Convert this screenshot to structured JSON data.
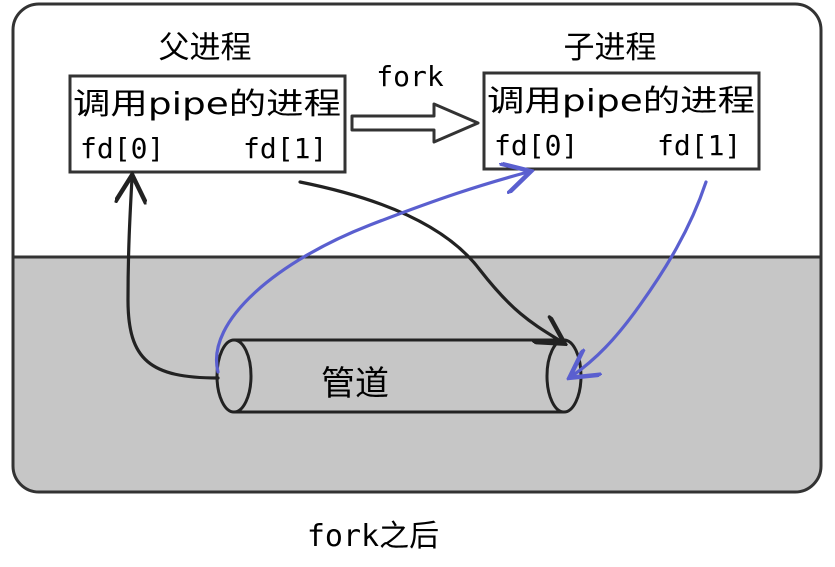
{
  "diagram": {
    "parent_title": "父进程",
    "child_title": "子进程",
    "fork_label": "fork",
    "process_label": "调用pipe的进程",
    "fd0": "fd[0]",
    "fd1": "fd[1]",
    "pipe_label": "管道",
    "caption": "fork之后"
  },
  "colors": {
    "black_arrows": "#222222",
    "blue_arrows": "#5a5fcf",
    "kernel_area": "#c6c6c6",
    "frame_border": "#333333"
  }
}
